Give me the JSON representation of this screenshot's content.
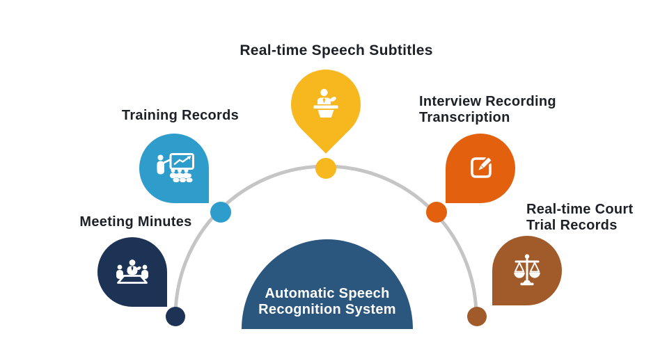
{
  "diagram": {
    "center": {
      "label": "Automatic Speech Recognition System",
      "color": "#2B567E",
      "text_color": "#FFFFFF"
    },
    "arc_color": "#C5C5C5",
    "label_color": "#1D2127",
    "nodes": [
      {
        "id": "speech-subtitles",
        "label": "Real-time Speech Subtitles",
        "color": "#F6B71F",
        "icon": "podium-speaker-icon"
      },
      {
        "id": "training-records",
        "label": "Training Records",
        "color": "#2E9DCB",
        "icon": "presentation-training-icon"
      },
      {
        "id": "meeting-minutes",
        "label": "Meeting Minutes",
        "color": "#1C3355",
        "icon": "meeting-table-icon"
      },
      {
        "id": "interview-transcription",
        "label": "Interview Recording Transcription",
        "color": "#E2600E",
        "icon": "edit-pencil-icon"
      },
      {
        "id": "court-trial-records",
        "label": "Real-time Court Trial Records",
        "color": "#A15B2B",
        "icon": "justice-scales-icon"
      }
    ]
  }
}
